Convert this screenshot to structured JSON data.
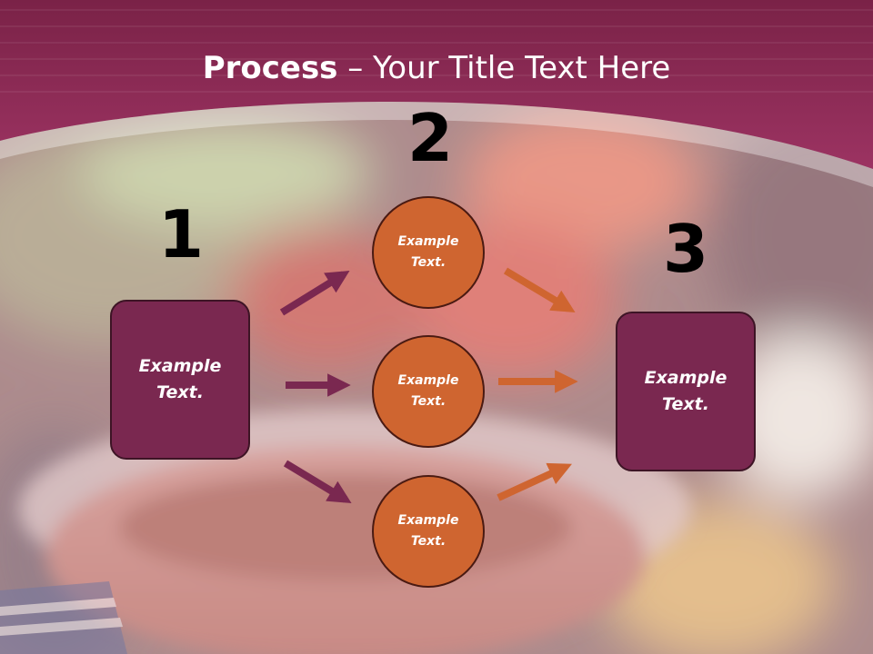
{
  "title": {
    "bold": "Process",
    "rest": " – Your Title Text Here"
  },
  "colors": {
    "banner": "#8e2a58",
    "box_fill": "#7a2850",
    "circle_fill": "#cf6530",
    "arrow_left": "#7a2850",
    "arrow_right": "#cf6530"
  },
  "steps": [
    {
      "number": "1",
      "text": "Example Text."
    },
    {
      "number": "2",
      "text": "Example Text."
    },
    {
      "number": "3",
      "text": "Example Text."
    }
  ],
  "circles": [
    {
      "text": "Example Text."
    },
    {
      "text": "Example Text."
    },
    {
      "text": "Example Text."
    }
  ]
}
